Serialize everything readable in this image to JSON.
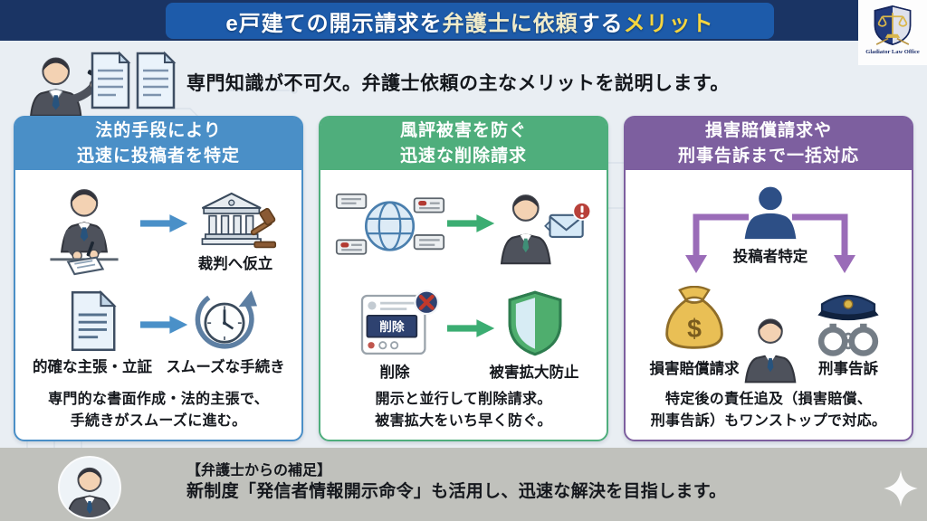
{
  "header": {
    "band_color": "#1a3464",
    "bar_color": "#1d5baa",
    "title_segments": [
      {
        "text": "e戸建ての開示請求を",
        "color": "#ffffff"
      },
      {
        "text": "弁護士に依頼",
        "color": "#f1ecca"
      },
      {
        "text": "する",
        "color": "#ffffff"
      },
      {
        "text": "メリット",
        "color": "#f5d53f"
      }
    ]
  },
  "logo": {
    "text": "Gladiator Law Office",
    "icon": "scales-shield-icon"
  },
  "intro": {
    "text": "専門知識が不可欠。弁護士依頼の主なメリットを説明します。",
    "icons": [
      "lawyer-with-pen-icon",
      "documents-icon"
    ]
  },
  "cards": [
    {
      "accent": "#4a8fc7",
      "arrow_color": "#4a90c8",
      "title_line1": "法的手段により",
      "title_line2": "迅速に投稿者を特定",
      "row1": {
        "left_icon": "lawyer-writing-icon",
        "right_icon": "courthouse-gavel-icon",
        "right_label": "裁判へ仮立"
      },
      "row2": {
        "left_icon": "document-icon",
        "left_label": "的確な主張・立証",
        "right_icon": "clock-arrow-icon",
        "right_label": "スムーズな手続き"
      },
      "footer_line1": "専門的な書面作成・法的主張で、",
      "footer_line2": "手続きがスムーズに進む。"
    },
    {
      "accent": "#4fae7c",
      "arrow_color": "#3bad72",
      "title_line1": "風評被害を防ぐ",
      "title_line2": "迅速な削除請求",
      "row1": {
        "left_icon": "globe-posts-icon",
        "right_icon": "lawyer-mail-alert-icon"
      },
      "row2": {
        "left_icon": "post-delete-icon",
        "left_label": "削除",
        "overlay_label": "削除",
        "right_icon": "shield-icon",
        "right_label": "被害拡大防止"
      },
      "footer_line1": "開示と並行して削除請求。",
      "footer_line2": "被害拡大をいち早く防ぐ。"
    },
    {
      "accent": "#7d5f9f",
      "arrow_color": "#9a6cb8",
      "title_line1": "損害賠償請求や",
      "title_line2": "刑事告訴まで一括対応",
      "top": {
        "icon": "poster-silhouette-icon",
        "label": "投稿者特定"
      },
      "branches": {
        "left": {
          "icon": "money-bag-icon",
          "label": "損害賠償請求",
          "symbol": "$"
        },
        "center_icon": "lawyer-icon",
        "right": {
          "icon": "police-handcuffs-icon",
          "label": "刑事告訴"
        }
      },
      "footer_line1": "特定後の責任追及（損害賠償、",
      "footer_line2": "刑事告訴）もワンストップで対応。"
    }
  ],
  "footer_note": {
    "bg_color": "#c0c1bc",
    "title": "【弁護士からの補足】",
    "text": "新制度「発信者情報開示命令」も活用し、迅速な解決を目指します。",
    "avatar_icon": "lawyer-avatar-icon",
    "sparkle_icon": "sparkle-icon"
  }
}
